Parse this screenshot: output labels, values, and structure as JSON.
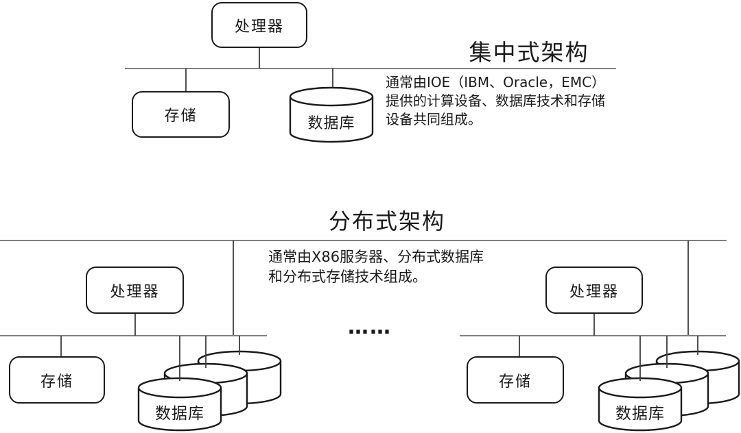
{
  "colors": {
    "shape_outline": "#1a1a1a",
    "bus_line": "#7f7f7f",
    "connector_line": "#3d3d3d",
    "text": "#1a1a1a",
    "background": "#ffffff"
  },
  "centralized": {
    "title": "集中式架构",
    "description": [
      "通常由IOE（IBM、Oracle，EMC）",
      "提供的计算设备、数据库技术和存储",
      "设备共同组成。"
    ],
    "processor_label": "处理器",
    "storage_label": "存储",
    "database_label": "数据库"
  },
  "distributed": {
    "title": "分布式架构",
    "description": [
      "通常由X86服务器、分布式数据库",
      "和分布式存储技术组成。"
    ],
    "ellipsis": "……",
    "left": {
      "processor_label": "处理器",
      "storage_label": "存储",
      "database_label": "数据库"
    },
    "right": {
      "processor_label": "处理器",
      "storage_label": "存储",
      "database_label": "数据库"
    }
  }
}
